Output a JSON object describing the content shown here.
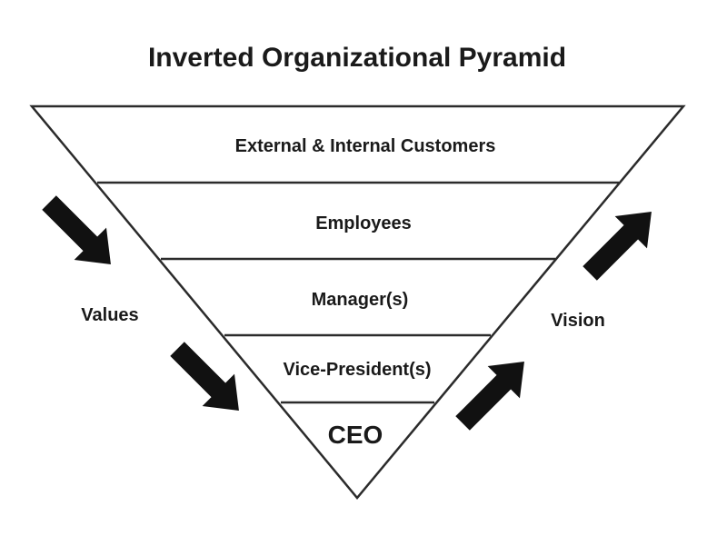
{
  "title": "Inverted Organizational Pyramid",
  "levels": [
    {
      "label": "External & Internal Customers"
    },
    {
      "label": "Employees"
    },
    {
      "label": "Manager(s)"
    },
    {
      "label": "Vice-President(s)"
    },
    {
      "label": "CEO"
    }
  ],
  "left_flow": {
    "label": "Values",
    "direction": "down"
  },
  "right_flow": {
    "label": "Vision",
    "direction": "up"
  },
  "colors": {
    "stroke": "#2b2b2b",
    "arrow": "#111111",
    "text": "#1a1a1a",
    "background": "#ffffff"
  }
}
